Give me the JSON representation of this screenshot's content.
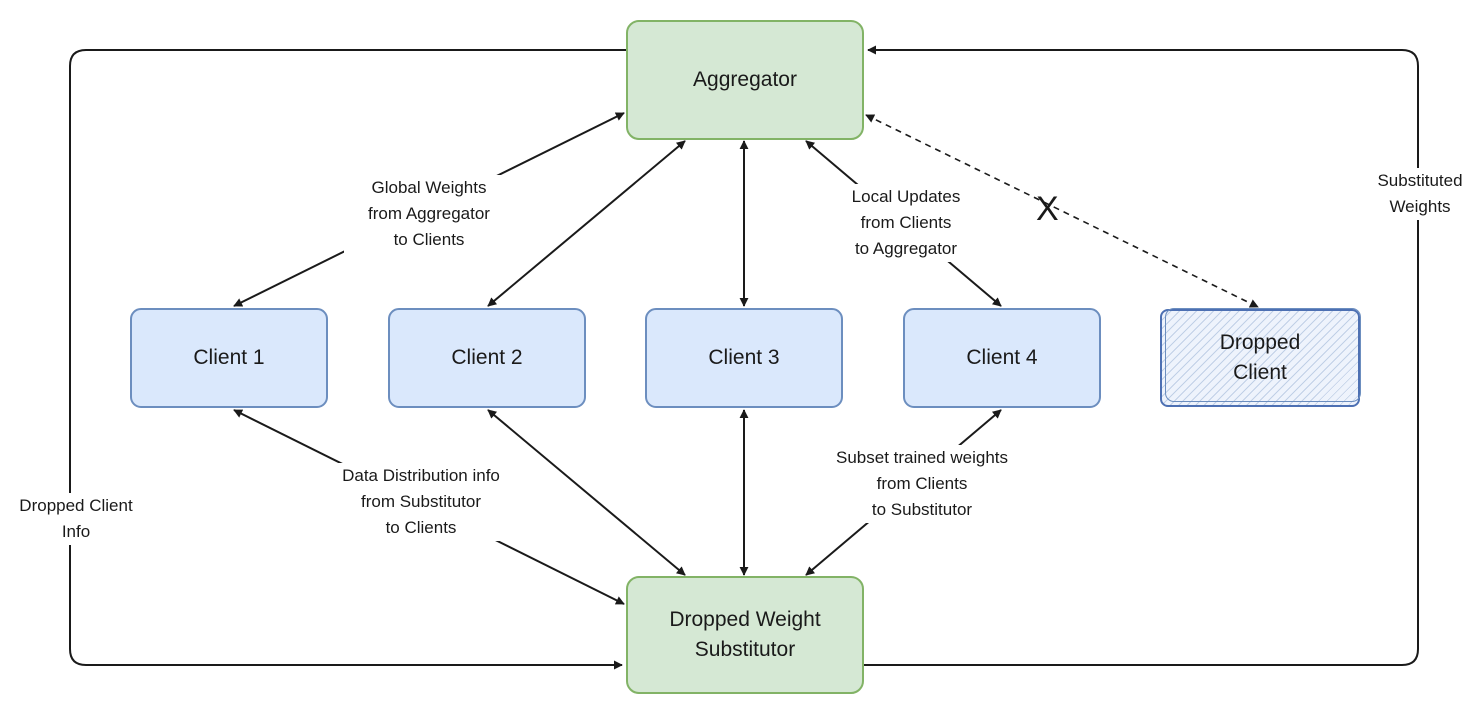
{
  "nodes": {
    "aggregator": "Aggregator",
    "substitutor": [
      "Dropped Weight",
      "Substitutor"
    ],
    "client1": "Client 1",
    "client2": "Client 2",
    "client3": "Client 3",
    "client4": "Client 4",
    "dropped_client": [
      "Dropped",
      "Client"
    ]
  },
  "labels": {
    "global_weights": [
      "Global Weights",
      "from Aggregator",
      "to Clients"
    ],
    "local_updates": [
      "Local Updates",
      "from Clients",
      "to Aggregator"
    ],
    "data_distribution": [
      "Data Distribution info",
      "from Substitutor",
      "to Clients"
    ],
    "subset_trained": [
      "Subset trained weights",
      "from Clients",
      "to Substitutor"
    ],
    "substituted_weights": [
      "Substituted",
      "Weights"
    ],
    "dropped_client_info": [
      "Dropped Client",
      "Info"
    ],
    "dropped_link_mark": "X"
  },
  "colors": {
    "server_fill": "#d5e8d4",
    "server_stroke": "#82b366",
    "client_fill": "#dae8fc",
    "client_stroke": "#6c8ebf",
    "edge": "#1a1a1a"
  }
}
